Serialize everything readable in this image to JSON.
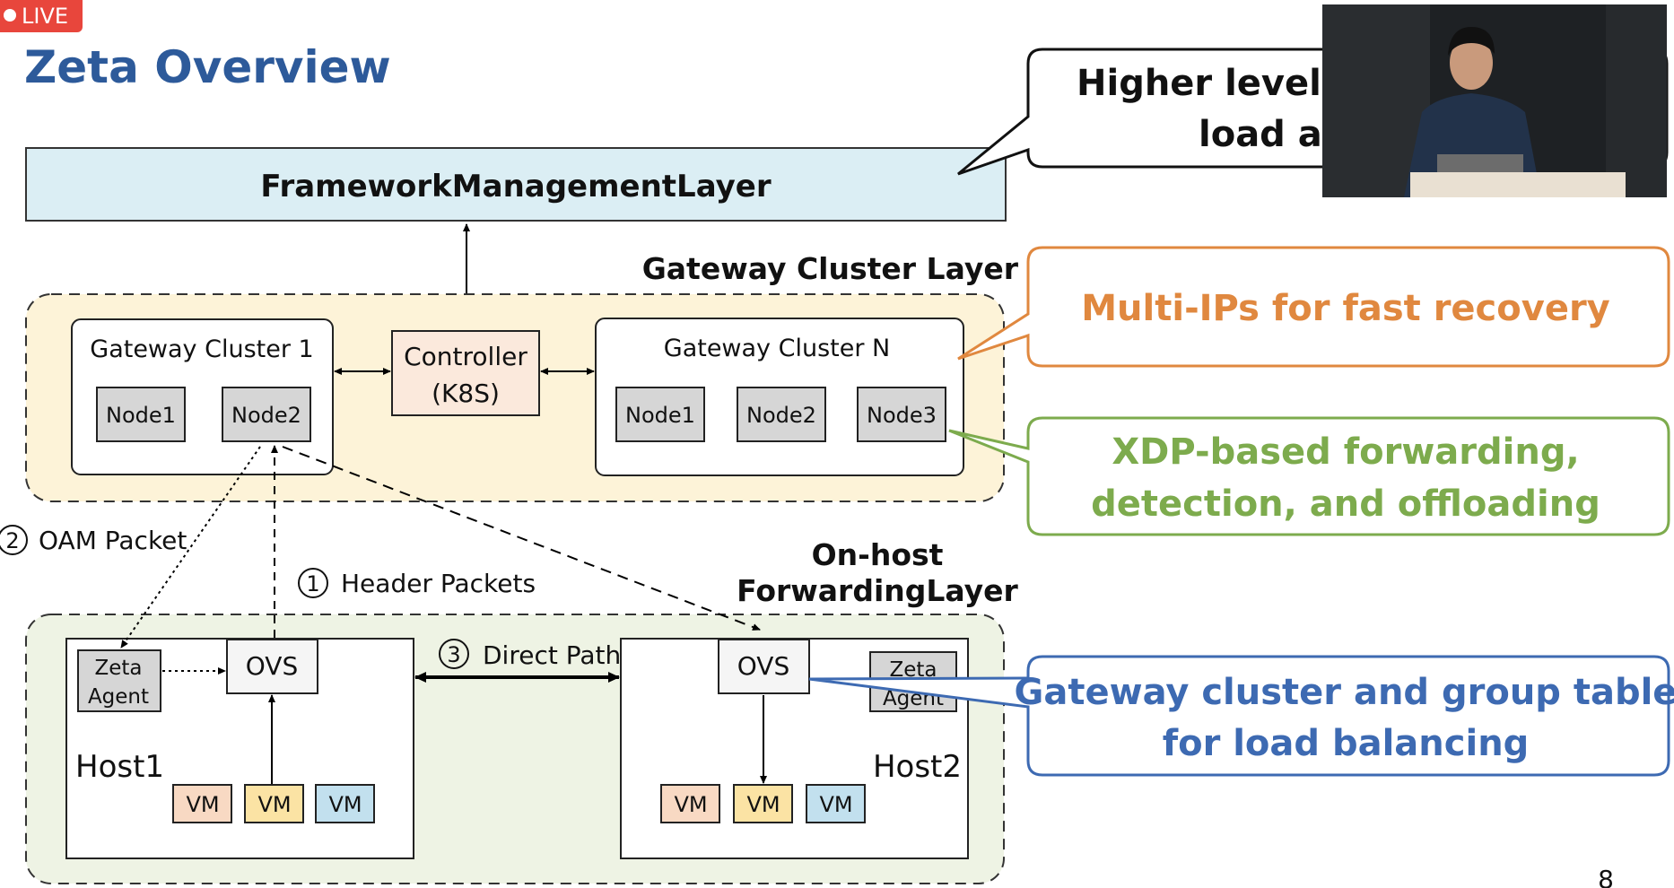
{
  "live_badge": "LIVE",
  "slide": {
    "title": "Zeta Overview",
    "page_number": "8"
  },
  "layers": {
    "framework": "FrameworkManagementLayer",
    "gateway_cluster_layer": "Gateway Cluster Layer",
    "onhost_line1": "On-host",
    "onhost_line2": "ForwardingLayer"
  },
  "gateway_cluster_1": {
    "label": "Gateway Cluster  1",
    "nodes": [
      "Node1",
      "Node2"
    ]
  },
  "controller": {
    "line1": "Controller",
    "line2": "(K8S)"
  },
  "gateway_cluster_n": {
    "label": "Gateway Cluster N",
    "nodes": [
      "Node1",
      "Node2",
      "Node3"
    ]
  },
  "paths": {
    "oam_num": "2",
    "oam_label": "OAM Packet",
    "header_num": "1",
    "header_label": "Header Packets",
    "direct_num": "3",
    "direct_label": "Direct Path"
  },
  "host1": {
    "label": "Host1",
    "agent_line1": "Zeta",
    "agent_line2": "Agent",
    "ovs": "OVS",
    "vms": [
      "VM",
      "VM",
      "VM"
    ]
  },
  "host2": {
    "label": "Host2",
    "agent_line1": "Zeta",
    "agent_line2": "Agent",
    "ovs": "OVS",
    "vms": [
      "VM",
      "VM",
      "VM"
    ]
  },
  "callouts": {
    "top_line1": "Higher level m",
    "top_line2": "load ac",
    "orange": "Multi-IPs for fast recovery",
    "green_line1": "XDP-based forwarding,",
    "green_line2": "detection, and offloading",
    "blue_line1": "Gateway cluster and group table",
    "blue_line2": "for load balancing"
  },
  "colors": {
    "title": "#2d5a9a",
    "framework_fill": "#dbeef4",
    "gateway_layer_fill": "#fdf3d8",
    "onhost_layer_fill": "#eef3e4",
    "controller_fill": "#fbe9dc",
    "node_fill": "#d6d6d6",
    "orange": "#e0883f",
    "green": "#7dab4d",
    "blue": "#3d6ab2",
    "vm_orange": "#f8d9c3",
    "vm_yellow": "#fbe3a4",
    "vm_blue": "#c2e0ee",
    "live": "#e8463c"
  }
}
